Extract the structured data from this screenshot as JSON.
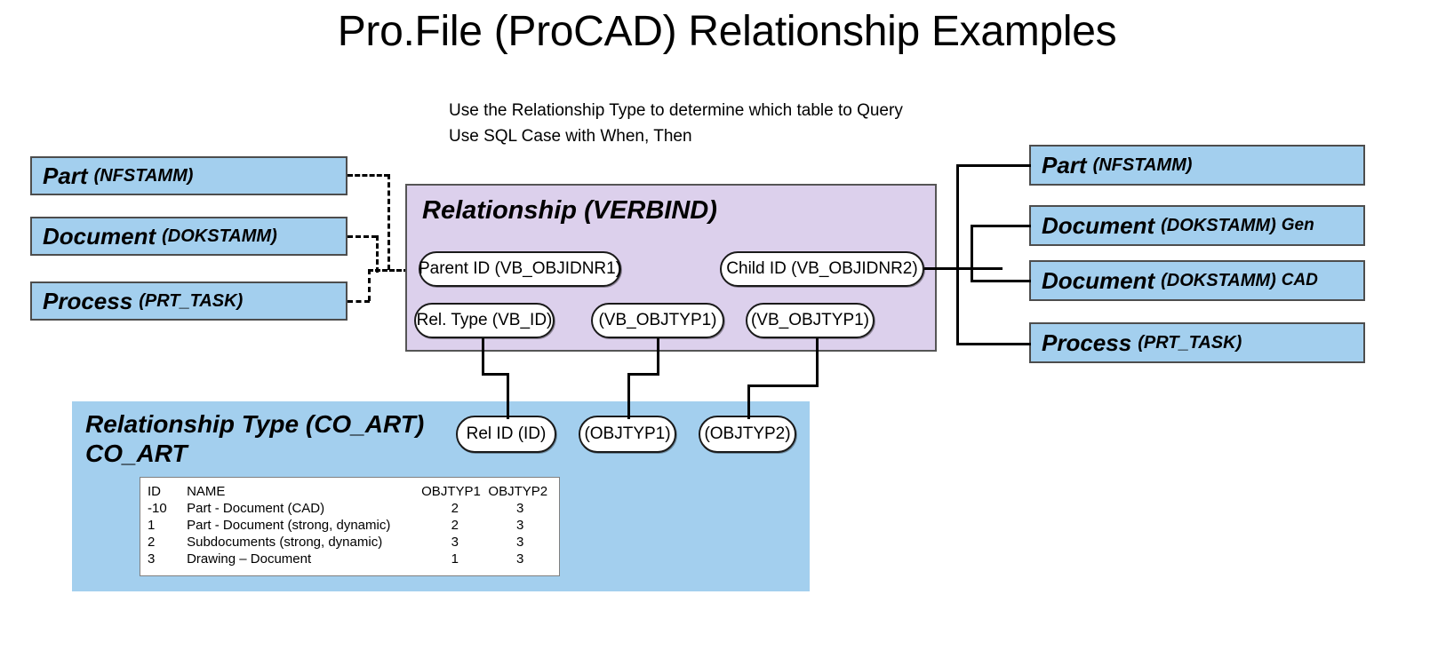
{
  "page": {
    "title": "Pro.File (ProCAD) Relationship Examples",
    "subtitle": "Use the Relationship Type to determine which table to Query\nUse SQL Case with When, Then"
  },
  "colors": {
    "entity_fill": "#A3CFEE",
    "relationship_fill": "#DCD0EC",
    "border": "#4d4d4d",
    "line": "#000000"
  },
  "left_entities": [
    {
      "name": "Part",
      "table": "(NFSTAMM)"
    },
    {
      "name": "Document",
      "table": "(DOKSTAMM)"
    },
    {
      "name": "Process",
      "table": "(PRT_TASK)"
    }
  ],
  "right_entities": [
    {
      "name": "Part",
      "table": "(NFSTAMM)",
      "suffix": ""
    },
    {
      "name": "Document",
      "table": "(DOKSTAMM)",
      "suffix": "Gen"
    },
    {
      "name": "Document",
      "table": "(DOKSTAMM)",
      "suffix": "CAD"
    },
    {
      "name": "Process",
      "table": "(PRT_TASK)",
      "suffix": ""
    }
  ],
  "relationship": {
    "title": "Relationship (VERBIND)",
    "fields": [
      {
        "label": "Parent ID (VB_OBJIDNR1)"
      },
      {
        "label": "Child ID (VB_OBJIDNR2)"
      },
      {
        "label": "Rel. Type (VB_ID)"
      },
      {
        "label": "(VB_OBJTYP1)"
      },
      {
        "label": "(VB_OBJTYP1)"
      }
    ]
  },
  "relationship_type": {
    "title": "Relationship Type (CO_ART)\nCO_ART",
    "fields": [
      {
        "label": "Rel ID (ID)"
      },
      {
        "label": "(OBJTYP1)"
      },
      {
        "label": "(OBJTYP2)"
      }
    ],
    "table": {
      "columns": [
        "ID",
        "NAME",
        "OBJTYP1",
        "OBJTYP2"
      ],
      "rows": [
        [
          "-10",
          "Part - Document (CAD)",
          "2",
          "3"
        ],
        [
          "1",
          "Part - Document (strong, dynamic)",
          "2",
          "3"
        ],
        [
          "2",
          "Subdocuments (strong, dynamic)",
          "3",
          "3"
        ],
        [
          "3",
          "Drawing – Document",
          "1",
          "3"
        ]
      ]
    }
  }
}
